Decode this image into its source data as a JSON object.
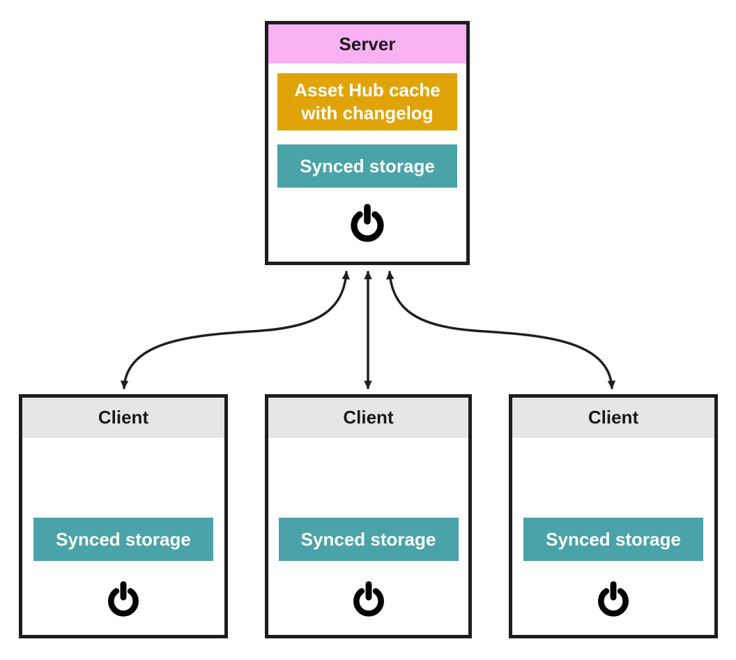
{
  "colors": {
    "canvas_bg": "#ffffff",
    "box_bg": "#ffffff",
    "box_border": "#1d1d1d",
    "server_header_bg": "#f8b1f3",
    "client_header_bg": "#e6e6e6",
    "client_header_border": "#d4d4d4",
    "asset_hub_node_bg": "#e1a408",
    "synced_node_bg": "#4aa3a8",
    "node_text": "#ffffff",
    "title_text": "#1a1a1a",
    "arrow": "#1f1f1f",
    "power_icon": "#000000"
  },
  "server": {
    "title": "Server",
    "asset_hub_label": "Asset Hub cache with changelog",
    "synced_label": "Synced storage"
  },
  "clients": [
    {
      "title": "Client",
      "synced_label": "Synced storage"
    },
    {
      "title": "Client",
      "synced_label": "Synced storage"
    },
    {
      "title": "Client",
      "synced_label": "Synced storage"
    }
  ],
  "icons": {
    "power": "⏻"
  }
}
